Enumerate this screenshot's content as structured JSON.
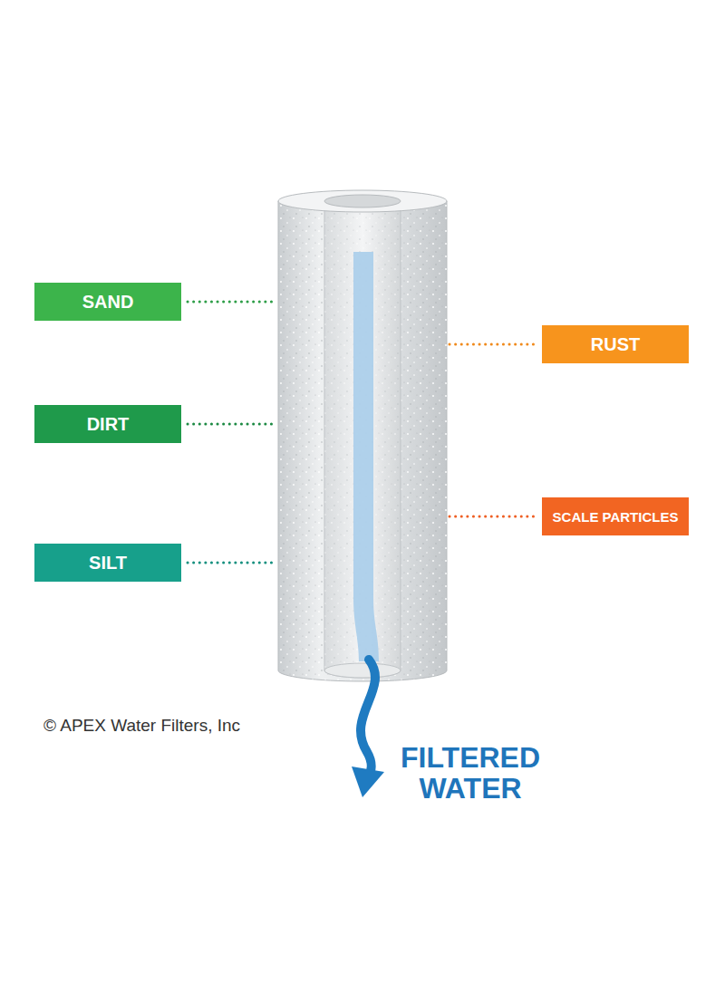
{
  "diagram": {
    "nodes": [
      {
        "text": [
          "SAND"
        ]
      },
      {
        "text": [
          "RUST"
        ]
      },
      {
        "text": [
          "DIRT"
        ]
      },
      {
        "text": [
          "SCALE PARTICLES"
        ]
      },
      {
        "text": [
          "SILT"
        ]
      }
    ],
    "labels": [
      "© APEX Water Filters, Inc",
      "FILTERED WATER"
    ]
  }
}
